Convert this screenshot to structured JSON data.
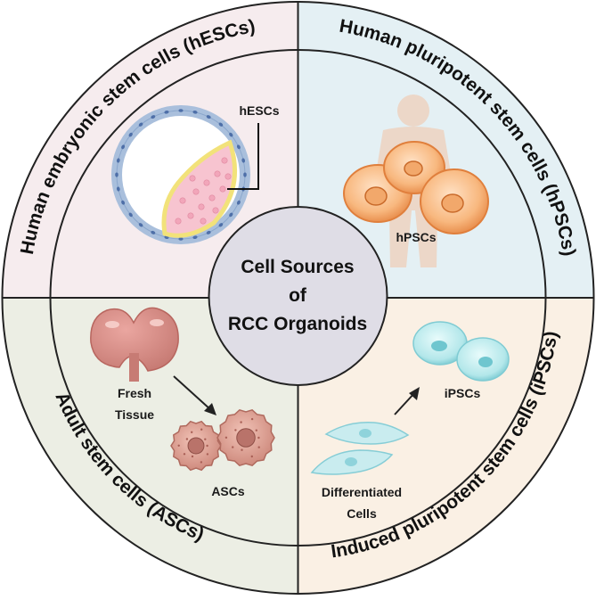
{
  "center": {
    "line1": "Cell Sources",
    "line2": "of",
    "line3": "RCC Organoids"
  },
  "quadrants": {
    "top_left": {
      "title": "Human embryonic stem cells (hESCs)",
      "label": "hESCs",
      "color": "#f6ecee",
      "icon": "blastocyst-icon"
    },
    "top_right": {
      "title": "Human pluripotent stem cells (hPSCs)",
      "label": "hPSCs",
      "color": "#e4f0f4",
      "icon": "pluripotent-cells-icon"
    },
    "bottom_left": {
      "title": "Adult stem cells (ASCs)",
      "label_tissue_line1": "Fresh",
      "label_tissue_line2": "Tissue",
      "label_cells": "ASCs",
      "color": "#eceee4",
      "icon": "kidney-icon"
    },
    "bottom_right": {
      "title": "Induced pluripotent stem cells (iPSCs)",
      "label_cells": "iPSCs",
      "label_diff_line1": "Differentiated",
      "label_diff_line2": "Cells",
      "color": "#faf0e4",
      "icon": "induced-cells-icon"
    }
  }
}
